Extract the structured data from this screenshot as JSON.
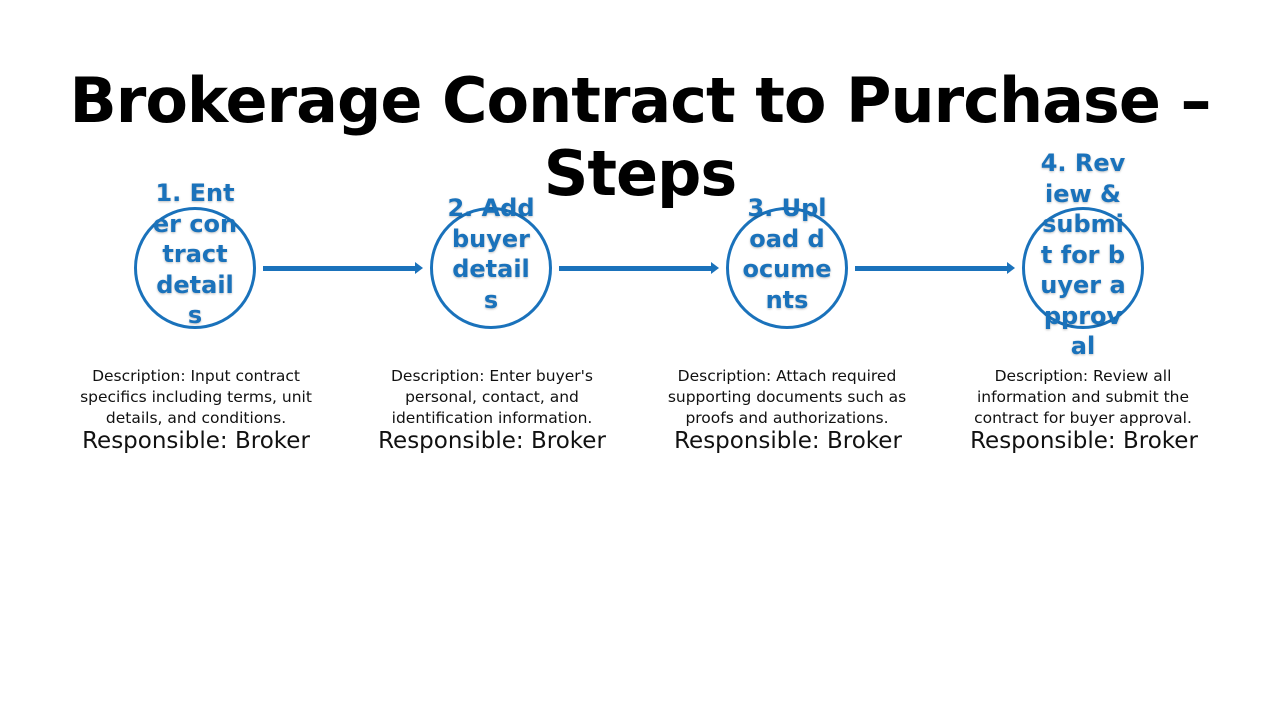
{
  "title": "Brokerage Contract to Purchase – Steps",
  "colors": {
    "accent": "#1a72bb",
    "text": "#111111"
  },
  "steps": [
    {
      "label": "1. Enter contract details",
      "description": "Description: Input contract specifics including terms, unit details, and conditions.",
      "responsible": "Responsible: Broker"
    },
    {
      "label": "2. Add buyer details",
      "description": "Description: Enter buyer's personal, contact, and identification information.",
      "responsible": "Responsible: Broker"
    },
    {
      "label": "3. Upload documents",
      "description": "Description: Attach required supporting documents such as proofs and authorizations.",
      "responsible": "Responsible: Broker"
    },
    {
      "label": "4. Review & submit for buyer approval",
      "description": "Description: Review all information and submit the contract for buyer approval.",
      "responsible": "Responsible: Broker"
    }
  ]
}
